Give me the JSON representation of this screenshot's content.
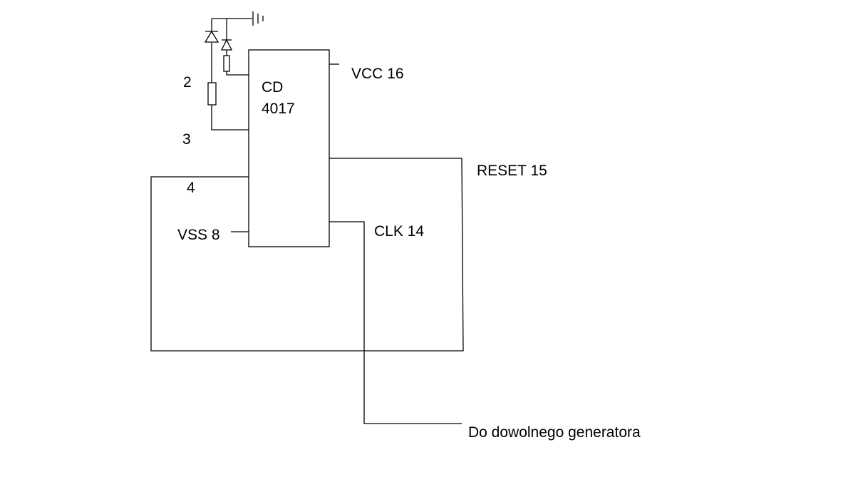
{
  "chip": {
    "line1": "CD",
    "line2": "4017"
  },
  "pins": {
    "vcc": "VCC 16",
    "reset": "RESET 15",
    "clk": "CLK 14",
    "vss": "VSS 8",
    "pin2": "2",
    "pin3": "3",
    "pin4": "4"
  },
  "generator_label": "Do dowolnego generatora",
  "colors": {
    "background": "#ffffff",
    "ink": "#000000"
  }
}
